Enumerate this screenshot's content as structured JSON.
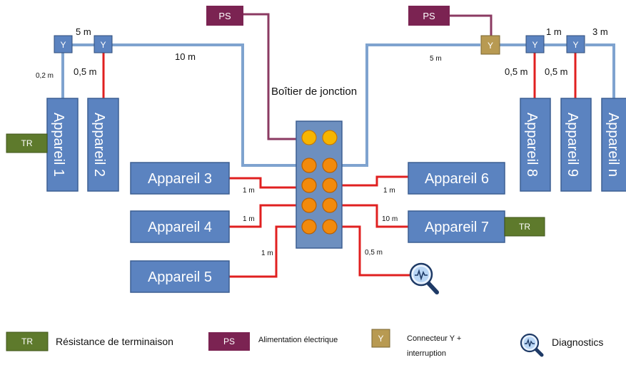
{
  "colors": {
    "device_fill": "#5b83c0",
    "device_stroke": "#3c5f92",
    "blue_line": "#7fa3cf",
    "red_line": "#e02020",
    "ps_fill": "#7b2352",
    "ps_line": "#8b3a62",
    "tr_fill": "#5e7a2c",
    "y_blue": "#5b83c0",
    "y_gold": "#b89a52",
    "port_orange": "#f28a0c",
    "port_yellow": "#f7b500",
    "box_fill": "#6d8fbf"
  },
  "junction": {
    "label": "Boîtier de jonction"
  },
  "ps": {
    "label": "PS"
  },
  "tr": {
    "label": "TR"
  },
  "y": {
    "label": "Y"
  },
  "devices": {
    "d1": "Appareil 1",
    "d2": "Appareil 2",
    "d3": "Appareil 3",
    "d4": "Appareil 4",
    "d5": "Appareil 5",
    "d6": "Appareil 6",
    "d7": "Appareil 7",
    "d8": "Appareil 8",
    "d9": "Appareil 9",
    "dn": "Appareil n"
  },
  "lengths": {
    "l5m": "5 m",
    "l02": "0,2 m",
    "l05a": "0,5 m",
    "l10": "10 m",
    "r5m": "5 m",
    "r1m": "1 m",
    "r3m": "3 m",
    "r05a": "0,5 m",
    "r05b": "0,5 m",
    "d3": "1 m",
    "d4": "1 m",
    "d5": "1 m",
    "d6": "1 m",
    "d7": "10 m",
    "diag": "0,5 m"
  },
  "legend": {
    "tr_text": "Résistance de terminaison",
    "ps_text": "Alimentation électrique",
    "y_text_line1": "Connecteur Y +",
    "y_text_line2": "interruption",
    "diag_text": "Diagnostics"
  },
  "icons": [
    "magnifier-diagnostics-icon"
  ]
}
